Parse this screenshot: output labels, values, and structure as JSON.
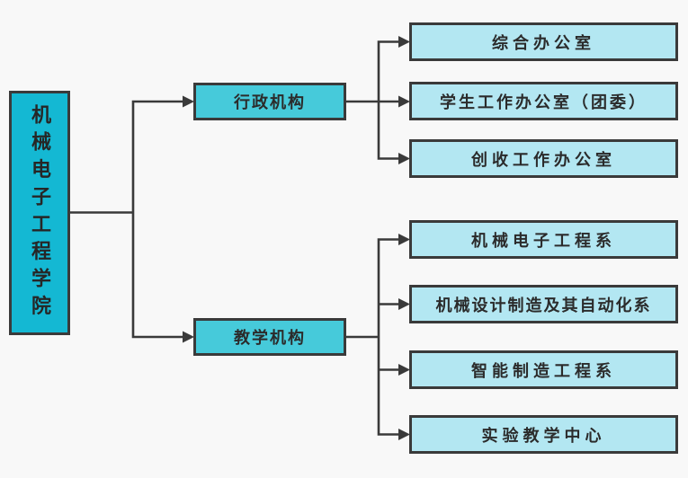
{
  "org_chart": {
    "type": "org-tree",
    "root": {
      "label": "机械电子工程学院"
    },
    "branches": [
      {
        "label": "行政机构",
        "children": [
          "综合办公室",
          "学生工作办公室（团委）",
          "创收工作办公室"
        ]
      },
      {
        "label": "教学机构",
        "children": [
          "机械电子工程系",
          "机械设计制造及其自动化系",
          "智能制造工程系",
          "实验教学中心"
        ]
      }
    ]
  },
  "colors": {
    "background": "#f8f8f8",
    "root_fill": "#14b8d3",
    "branch_fill": "#46cada",
    "leaf_fill": "#b3e7f2",
    "border": "#3a3a3a",
    "line": "#3a3a3a",
    "text": "#2b2b2b"
  }
}
